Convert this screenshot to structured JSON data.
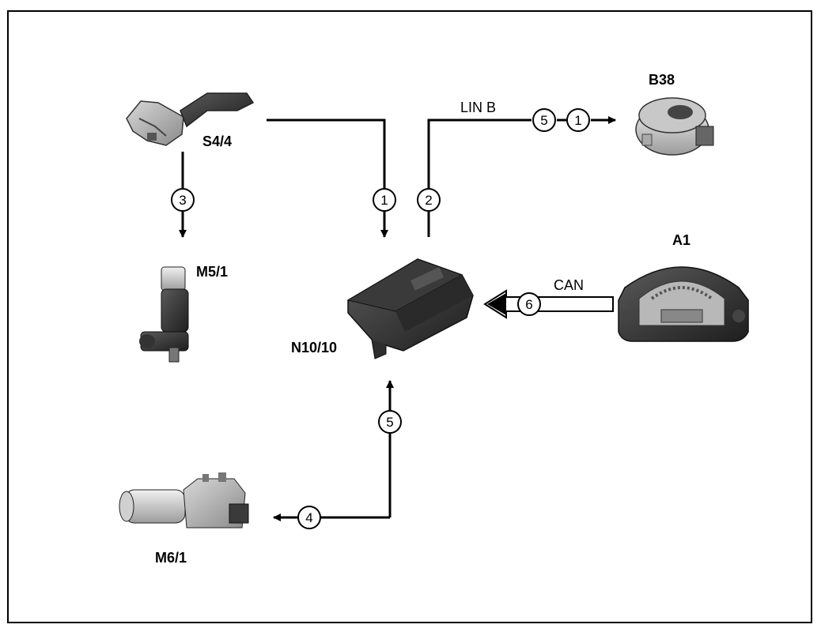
{
  "components": {
    "s4_4": "S4/4",
    "b38": "B38",
    "m5_1": "M5/1",
    "n10_10": "N10/10",
    "a1": "A1",
    "m6_1": "M6/1"
  },
  "bus_labels": {
    "lin_b": "LIN B",
    "can": "CAN"
  },
  "signal_markers": {
    "s4_to_n10": "1",
    "n10_to_b38_second": "1",
    "lin_up": "2",
    "s4_to_m5": "3",
    "n10_to_m6": "4",
    "m6_to_n10": "5",
    "lin_b38_first": "5",
    "can_a1": "6"
  }
}
